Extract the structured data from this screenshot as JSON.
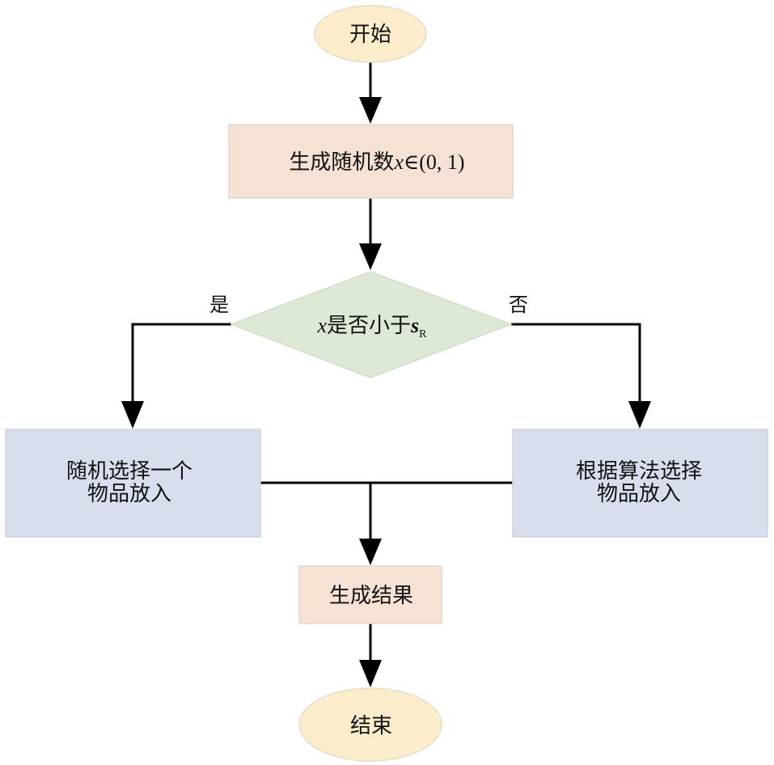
{
  "diagram": {
    "type": "flowchart",
    "colors": {
      "terminal": "#fbedcc",
      "process_peach": "#f6e2d4",
      "decision": "#dde8d5",
      "process_blue": "#d8deee",
      "border": "#dddddd",
      "line": "#000000"
    },
    "nodes": {
      "start": {
        "label": "开始",
        "shape": "ellipse"
      },
      "generate": {
        "label_cn": "生成随机数",
        "label_var": "x",
        "label_op": "∈",
        "label_interval": "(0, 1)",
        "shape": "rectangle"
      },
      "decision": {
        "label_var": "x",
        "label_cn": "是否小于",
        "label_sym": "s",
        "label_sub": "R",
        "shape": "diamond"
      },
      "random_pick": {
        "lines": [
          "随机选择一个",
          "物品放入"
        ],
        "shape": "rectangle"
      },
      "algo_pick": {
        "lines": [
          "根据算法选择",
          "物品放入"
        ],
        "shape": "rectangle"
      },
      "result": {
        "label": "生成结果",
        "shape": "rectangle"
      },
      "end": {
        "label": "结束",
        "shape": "ellipse"
      }
    },
    "edges": [
      {
        "from": "start",
        "to": "generate"
      },
      {
        "from": "generate",
        "to": "decision"
      },
      {
        "from": "decision",
        "to": "random_pick",
        "label": "是"
      },
      {
        "from": "decision",
        "to": "algo_pick",
        "label": "否"
      },
      {
        "from": "random_pick",
        "to": "result"
      },
      {
        "from": "algo_pick",
        "to": "result"
      },
      {
        "from": "result",
        "to": "end"
      }
    ]
  }
}
